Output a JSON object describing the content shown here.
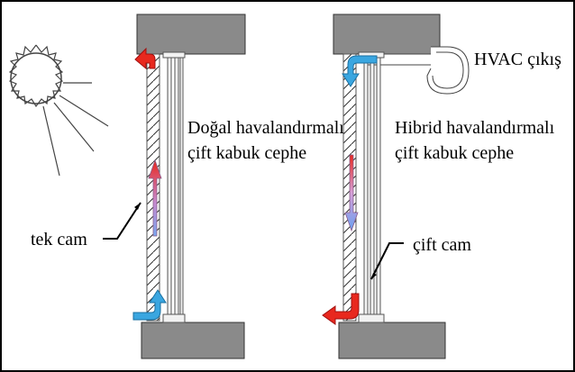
{
  "left_facade": {
    "title_line1": "Doğal havalandırmalı",
    "title_line2": "çift kabuk cephe",
    "glass_label": "tek cam"
  },
  "right_facade": {
    "title_line1": "Hibrid havalandırmalı",
    "title_line2": "çift kabuk cephe",
    "glass_label": "çift cam",
    "hvac_label": "HVAC çıkış"
  },
  "colors": {
    "warm_air": "#e8281e",
    "cool_air": "#3aa6e0",
    "slab": "#8a8a8a"
  }
}
